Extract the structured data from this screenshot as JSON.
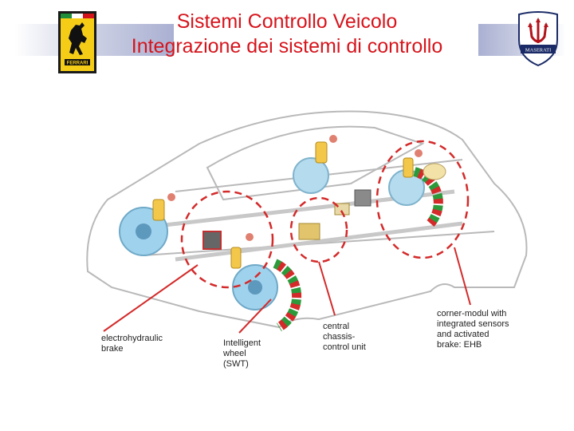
{
  "header": {
    "title_line1": "Sistemi Controllo Veicolo",
    "title_line2": "Integrazione dei sistemi di controllo",
    "title_color": "#d6141c",
    "left_logo": "ferrari-prancing-horse-logo",
    "right_logo": "maserati-trident-logo",
    "left_logo_text": "FERRARI",
    "right_logo_text": "MASERATI"
  },
  "diagram": {
    "highlight_color": "#d42a2a",
    "labels": [
      {
        "id": "electrohydraulic-brake",
        "text": "electrohydraulic\nbrake"
      },
      {
        "id": "intelligent-wheel",
        "text": "Intelligent\nwheel\n(SWT)"
      },
      {
        "id": "central-chassis-control-unit",
        "text": "central\nchassis-\ncontrol unit"
      },
      {
        "id": "corner-modul",
        "text": "corner-modul with\nintegrated sensors\nand activated\nbrake: EHB"
      }
    ]
  }
}
